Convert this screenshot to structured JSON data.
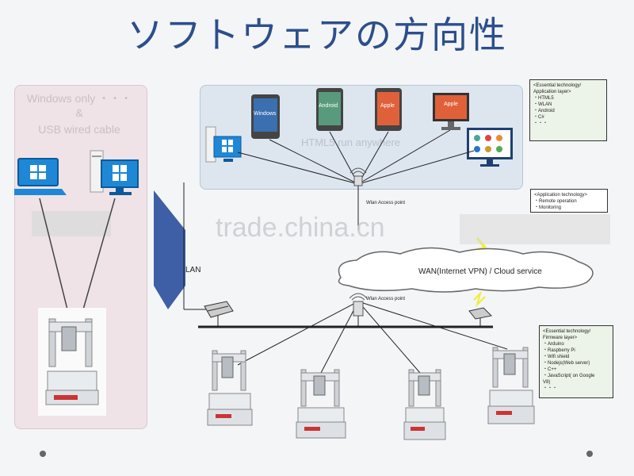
{
  "title": "ソフトウェアの方向性",
  "left_panel": {
    "line1": "Windows only ・・・",
    "line2": "&",
    "line3": "USB wired cable"
  },
  "top_panel": {
    "caption": "HTML5 run anywhere",
    "devices": [
      {
        "label": "Windows",
        "color": "#3a6fb0"
      },
      {
        "label": "Android",
        "color": "#5a9a7c"
      },
      {
        "label": "Apple",
        "color": "#e0603a"
      },
      {
        "label": "Apple",
        "color": "#e0603a"
      }
    ]
  },
  "wlan_top": "Wlan Access point",
  "wlan_mid": "Wlan Access point",
  "lan_label": "LAN",
  "wan_label": "WAN(Internet VPN) / Cloud service",
  "watermark": "trade.china.cn",
  "note_app": {
    "lines": [
      "<Essential technology/",
      " Application layer>",
      "・HTML5",
      "・WLAN",
      "・Android",
      "・C#",
      "・・・"
    ]
  },
  "note_app2": {
    "lines": [
      "<Application technology>",
      "・Remote operation",
      "・Monitoring"
    ]
  },
  "note_fw": {
    "lines": [
      "<Essential technology/",
      " Firmware layer>",
      "・Arduino",
      "・Raspberry Pi",
      "・Wifi shield",
      "・Nodejs(Web server)",
      "・C++",
      "・JavaScript( on Google",
      "  V8)",
      "・・・"
    ]
  },
  "colors": {
    "title": "#2c4f8c",
    "windows_blue": "#1e88d6",
    "arrow_blue": "#3e5fa5"
  }
}
